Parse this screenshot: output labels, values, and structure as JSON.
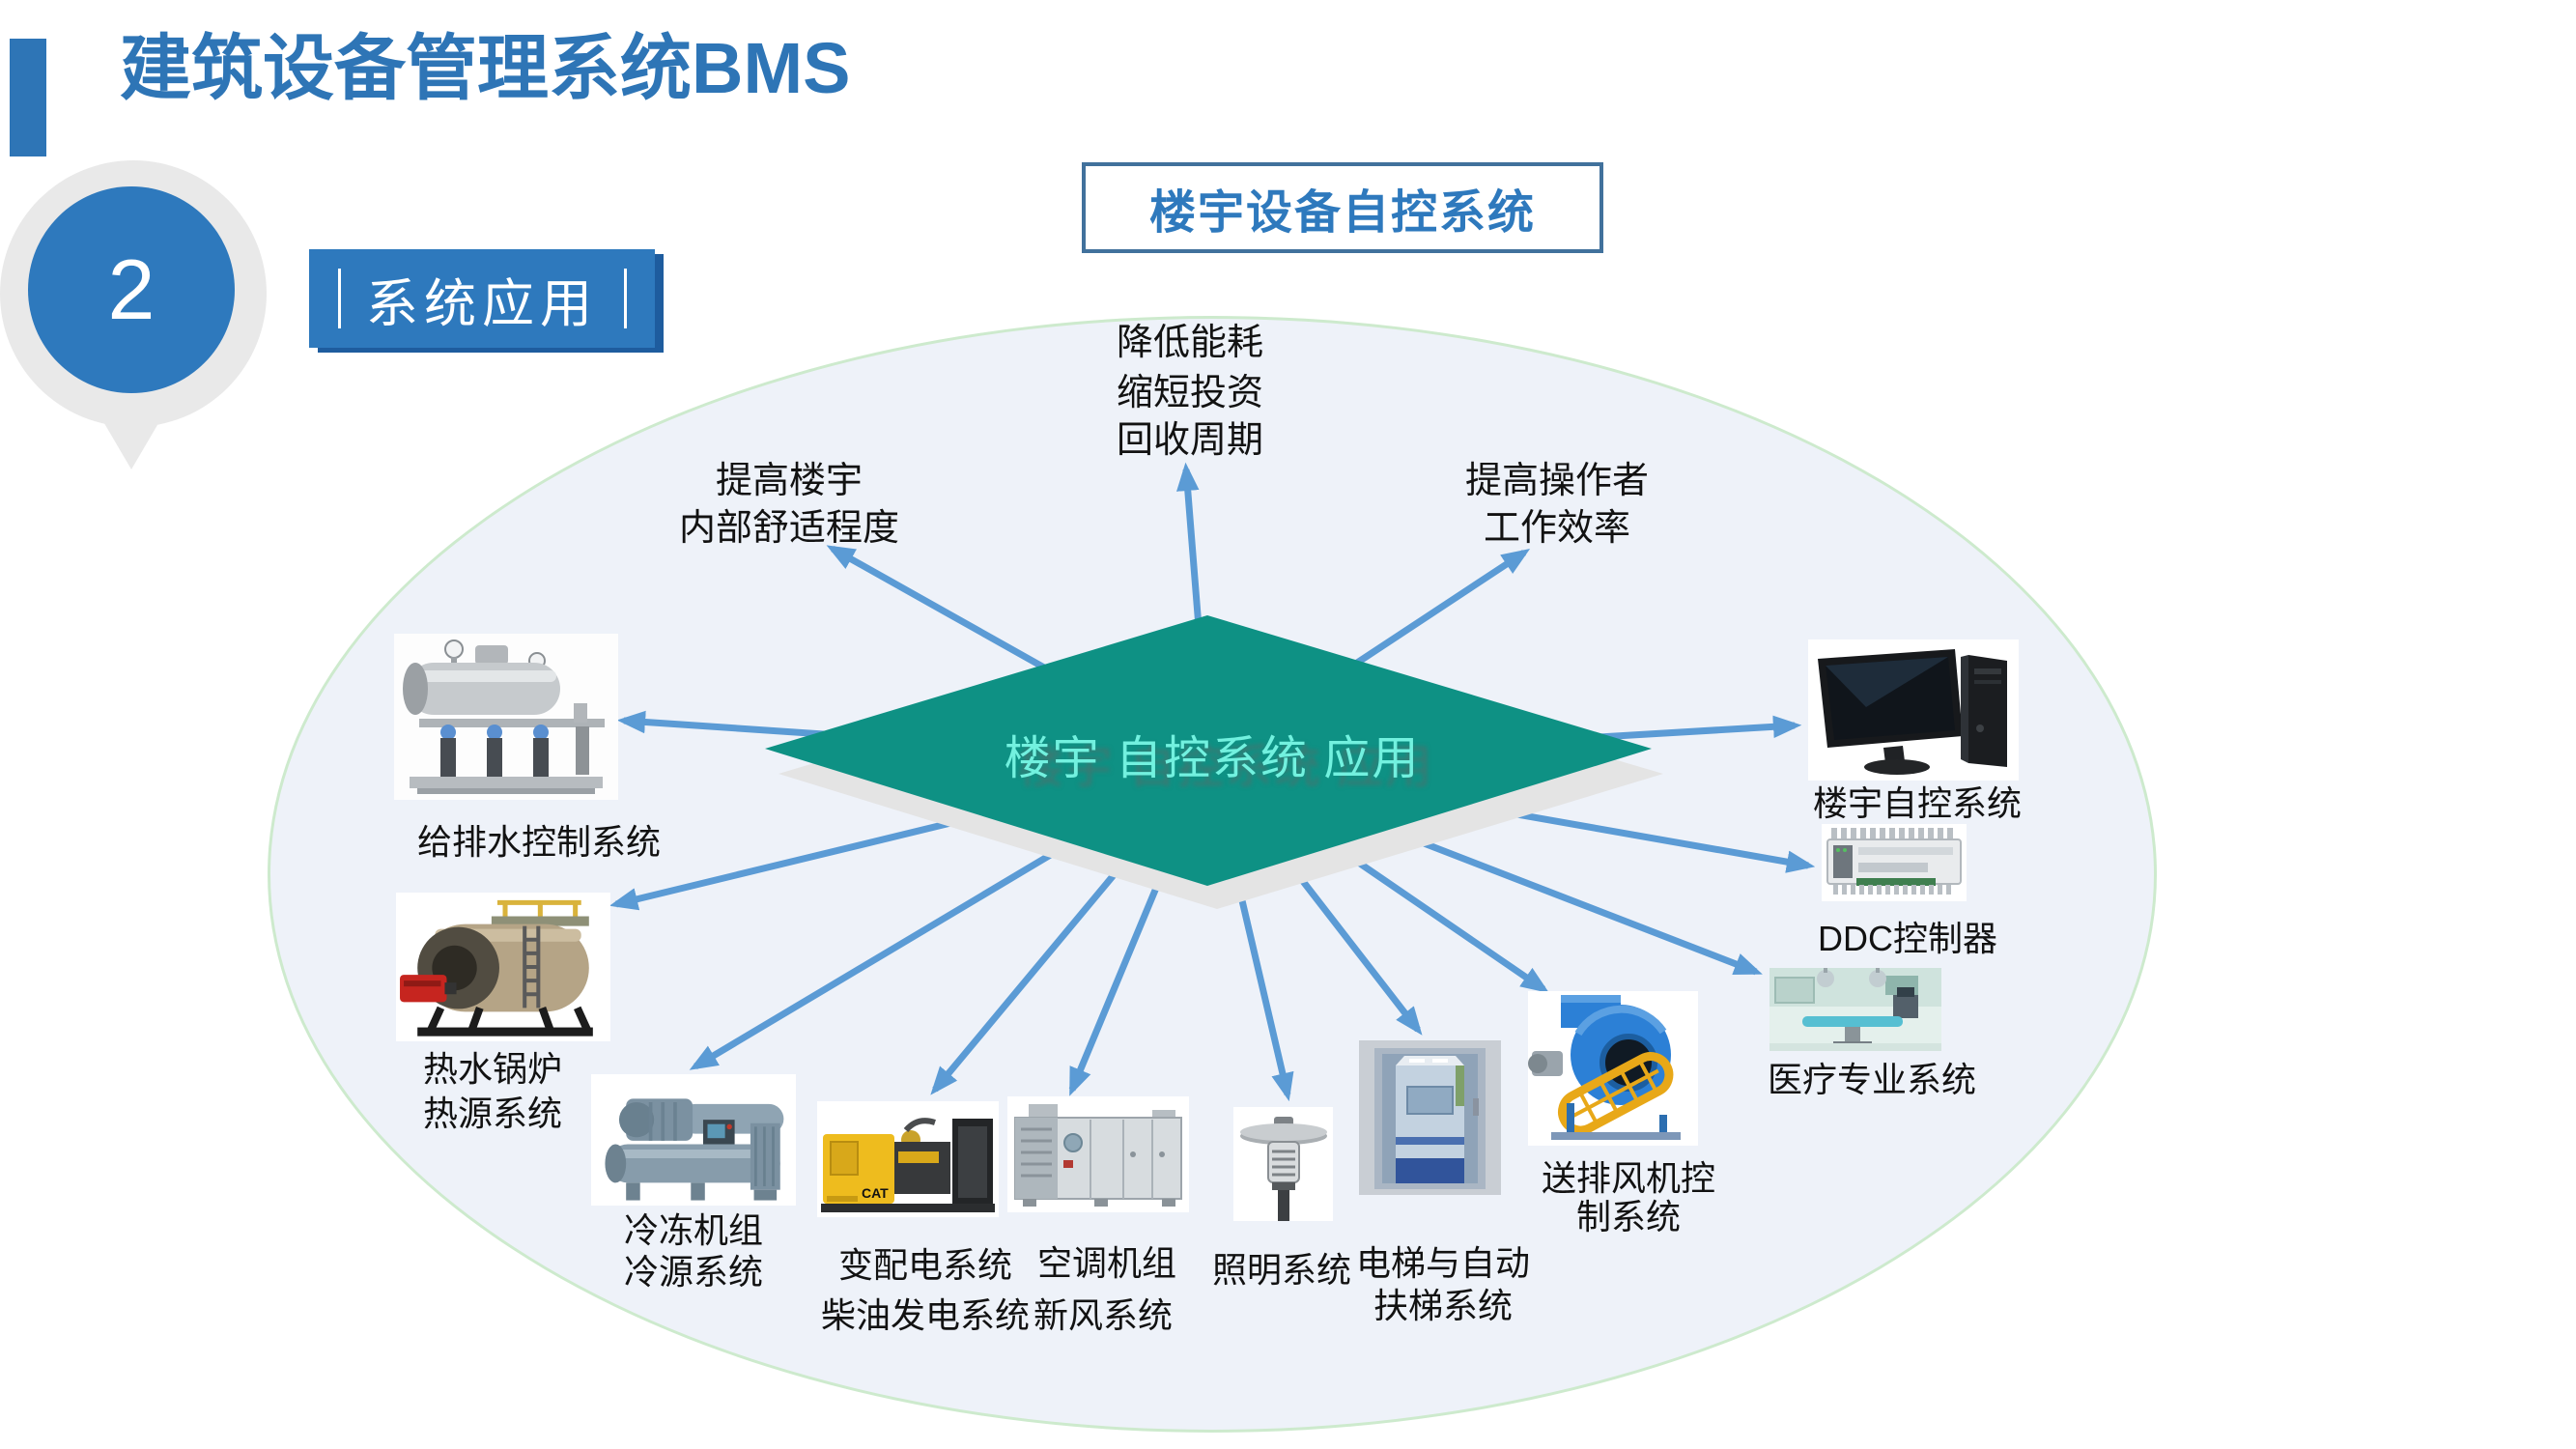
{
  "slide": {
    "title": "建筑设备管理系统BMS",
    "page_number": "2",
    "section_tag": "系统应用",
    "header_box": "楼宇设备自控系统",
    "diamond_label": "楼宇 自控系统 应用"
  },
  "benefits": {
    "energy": [
      "降低能耗",
      "缩短投资",
      "回收周期"
    ],
    "comfort": [
      "提高楼宇",
      "内部舒适程度"
    ],
    "efficiency": [
      "提高操作者",
      "工作效率"
    ]
  },
  "systems": {
    "water": {
      "l1": "给排水控制系统"
    },
    "boiler": {
      "l1": "热水锅炉",
      "l2": "热源系统"
    },
    "chiller": {
      "l1": "冷冻机组",
      "l2": "冷源系统"
    },
    "power": {
      "l1": "变配电系统",
      "l2": "柴油发电系统"
    },
    "ahu": {
      "l1": "空调机组",
      "l2": "新风系统"
    },
    "lighting": {
      "l1": "照明系统"
    },
    "elevator": {
      "l1": "电梯与自动",
      "l2": "扶梯系统"
    },
    "fan": {
      "l1": "送排风机控",
      "l2": "制系统"
    },
    "medical": {
      "l1": "医疗专业系统"
    },
    "ddc": {
      "l1": "DDC控制器"
    },
    "bas": {
      "l1": "楼宇自控系统"
    }
  },
  "colors": {
    "accent_blue": "#2E75B6",
    "arrow_blue": "#5B9BD5",
    "diamond_teal": "#0E9184",
    "diamond_text_aqua": "#72F1DF",
    "ellipse_fill": "#EEF2F9",
    "ellipse_border": "#CDEACD"
  }
}
